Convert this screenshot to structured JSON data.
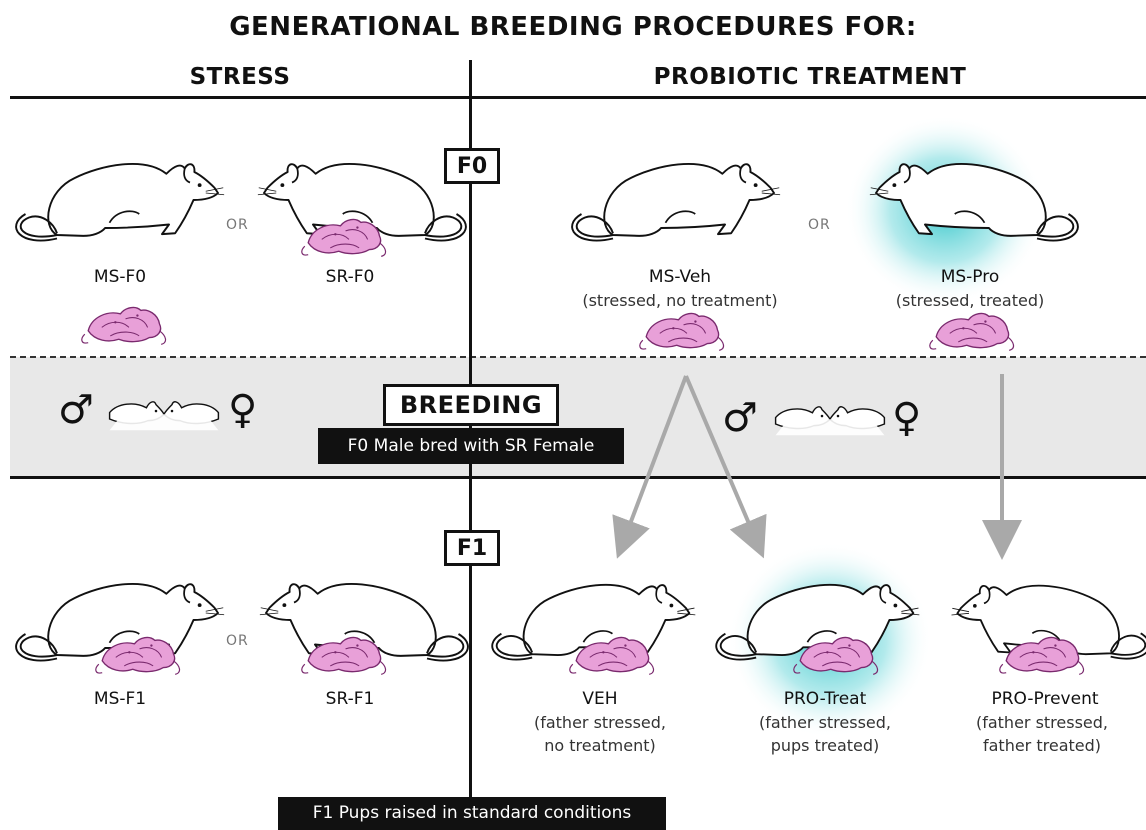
{
  "title": "GENERATIONAL BREEDING PROCEDURES FOR:",
  "columns": {
    "left": "STRESS",
    "right": "PROBIOTIC TREATMENT"
  },
  "generations": {
    "f0": "F0",
    "f1": "F1"
  },
  "breeding": {
    "label": "BREEDING",
    "note": "F0 Male bred with SR Female",
    "male_symbol": "♂",
    "female_symbol": "♀"
  },
  "or_label": "OR",
  "f0": {
    "ms": {
      "label": "MS-F0"
    },
    "sr": {
      "label": "SR-F0"
    },
    "veh": {
      "label": "MS-Veh",
      "desc": "(stressed, no treatment)"
    },
    "pro": {
      "label": "MS-Pro",
      "desc": "(stressed, treated)"
    }
  },
  "f1": {
    "ms": {
      "label": "MS-F1"
    },
    "sr": {
      "label": "SR-F1"
    },
    "veh": {
      "label": "VEH",
      "desc1": "(father stressed,",
      "desc2": "no treatment)"
    },
    "treat": {
      "label": "PRO-Treat",
      "desc1": "(father stressed,",
      "desc2": "pups treated)"
    },
    "prevent": {
      "label": "PRO-Prevent",
      "desc1": "(father stressed,",
      "desc2": "father treated)"
    }
  },
  "footer": "F1 Pups raised in standard conditions",
  "colors": {
    "pups": "#e8a0d8",
    "pups_outline": "#7a2a6e",
    "treatment_glow": "#2fc4c8",
    "arrow": "#a9a9a9",
    "band": "#e8e8e8"
  },
  "icons": [
    "rat-icon",
    "pup-cluster-icon",
    "male-symbol-icon",
    "female-symbol-icon",
    "kissing-mice-icon"
  ]
}
